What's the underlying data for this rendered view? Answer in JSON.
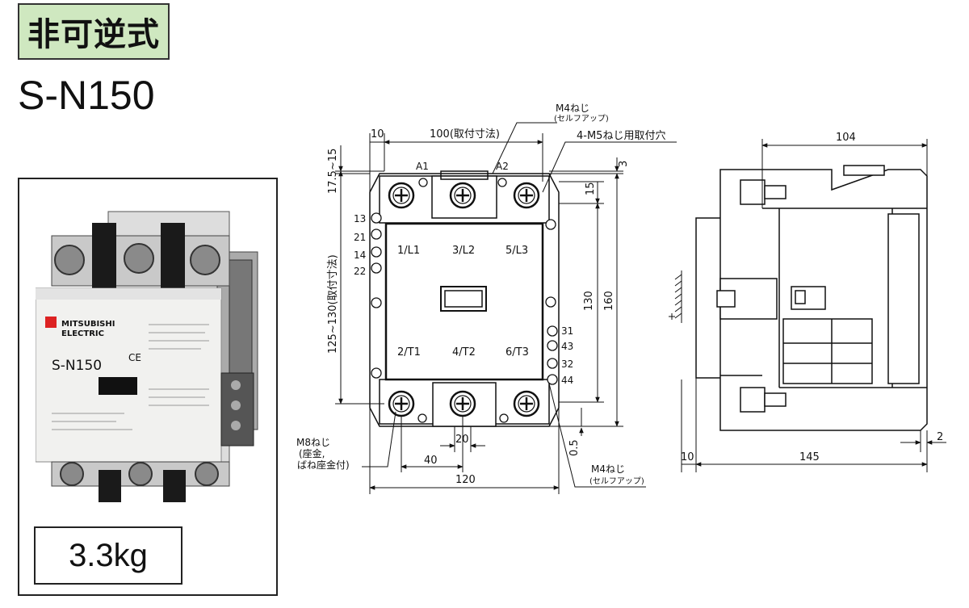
{
  "header": {
    "type_tag": "非可逆式",
    "model": "S-N150"
  },
  "product": {
    "photo_brand_line1": "MITSUBISHI",
    "photo_brand_line2": "ELECTRIC",
    "photo_model": "S-N150",
    "photo_ce": "CE",
    "weight": "3.3kg"
  },
  "front_view": {
    "dims": {
      "d10": "10",
      "d100": "100(取付寸法)",
      "d120": "120",
      "d40": "40",
      "d20": "20",
      "d130": "130",
      "d160": "160",
      "d15": "15",
      "d3": "3",
      "d05": "0.5",
      "d175": "17.5~15",
      "d125": "125~130(取付寸法)"
    },
    "callouts": {
      "m4_top": "M4ねじ",
      "m4_top_sub": "(セルフアップ)",
      "mount_holes": "4-M5ねじ用取付穴",
      "m8_line1": "M8ねじ",
      "m8_line2": "(座金,",
      "m8_line3": "ばね座金付)",
      "m4_bottom": "M4ねじ",
      "m4_bottom_sub": "(セルフアップ)"
    },
    "terminals": {
      "a1": "A1",
      "a2": "A2",
      "l1": "1/L1",
      "l2": "3/L2",
      "l3": "5/L3",
      "t1": "2/T1",
      "t2": "4/T2",
      "t3": "6/T3",
      "aux_left": [
        "13",
        "21",
        "14",
        "22"
      ],
      "aux_right": [
        "31",
        "43",
        "32",
        "44"
      ]
    }
  },
  "side_view": {
    "dims": {
      "d104": "104",
      "d145": "145",
      "d10": "10",
      "d2": "2"
    }
  }
}
